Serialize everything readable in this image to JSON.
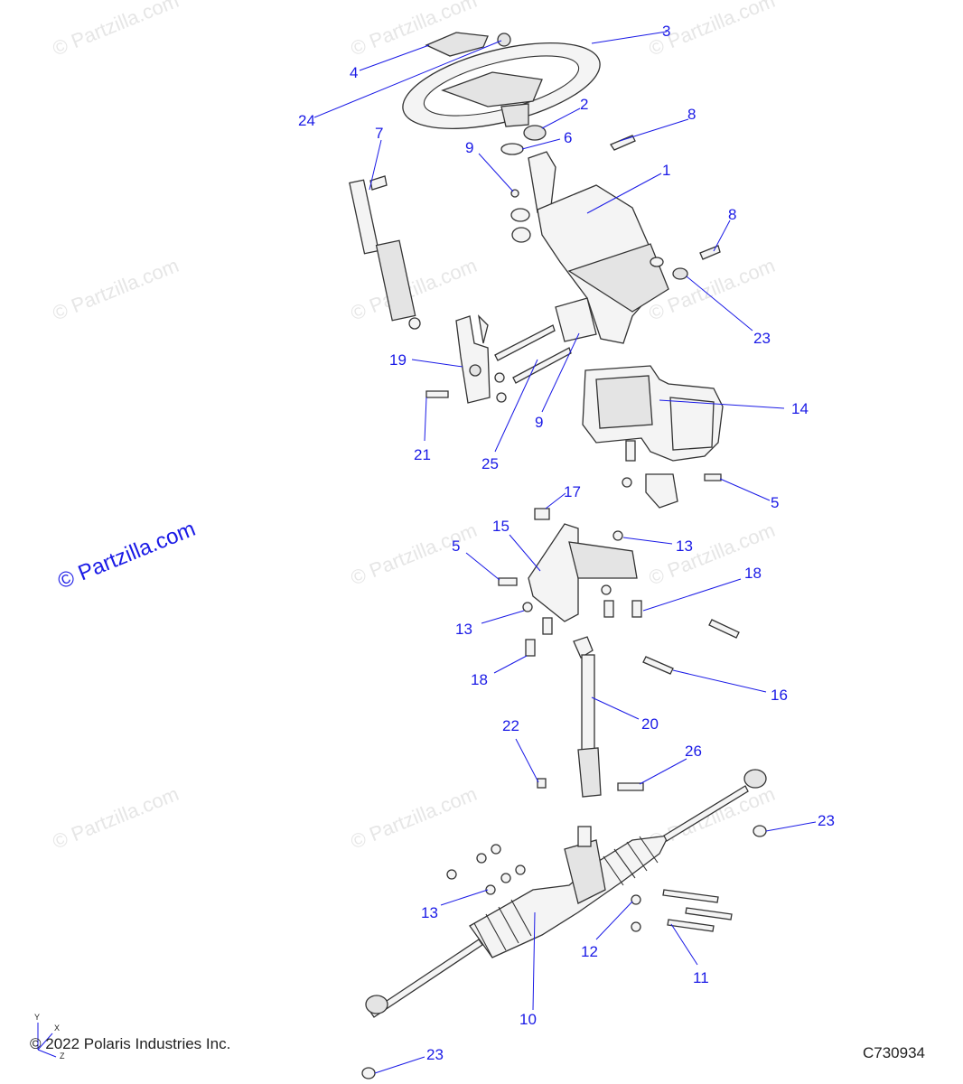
{
  "watermark": {
    "small": "© Partzilla.com",
    "large": "© Partzilla.com"
  },
  "callouts": {
    "c1": "1",
    "c2": "2",
    "c3": "3",
    "c4": "4",
    "c5a": "5",
    "c5b": "5",
    "c6": "6",
    "c7": "7",
    "c8a": "8",
    "c8b": "8",
    "c9a": "9",
    "c9b": "9",
    "c10": "10",
    "c11": "11",
    "c12": "12",
    "c13a": "13",
    "c13b": "13",
    "c13c": "13",
    "c14": "14",
    "c15": "15",
    "c16": "16",
    "c17": "17",
    "c18a": "18",
    "c18b": "18",
    "c19": "19",
    "c20": "20",
    "c21": "21",
    "c22": "22",
    "c23a": "23",
    "c23b": "23",
    "c23c": "23",
    "c24": "24",
    "c25": "25",
    "c26": "26"
  },
  "axes": {
    "y": "Y",
    "x": "X",
    "z": "Z"
  },
  "footer": {
    "copyright": "© 2022 Polaris Industries Inc.",
    "drawing_number": "C730934"
  },
  "colors": {
    "callout": "#1a1ae6",
    "watermark": "#e6e6e6",
    "line_art": "#333333"
  }
}
